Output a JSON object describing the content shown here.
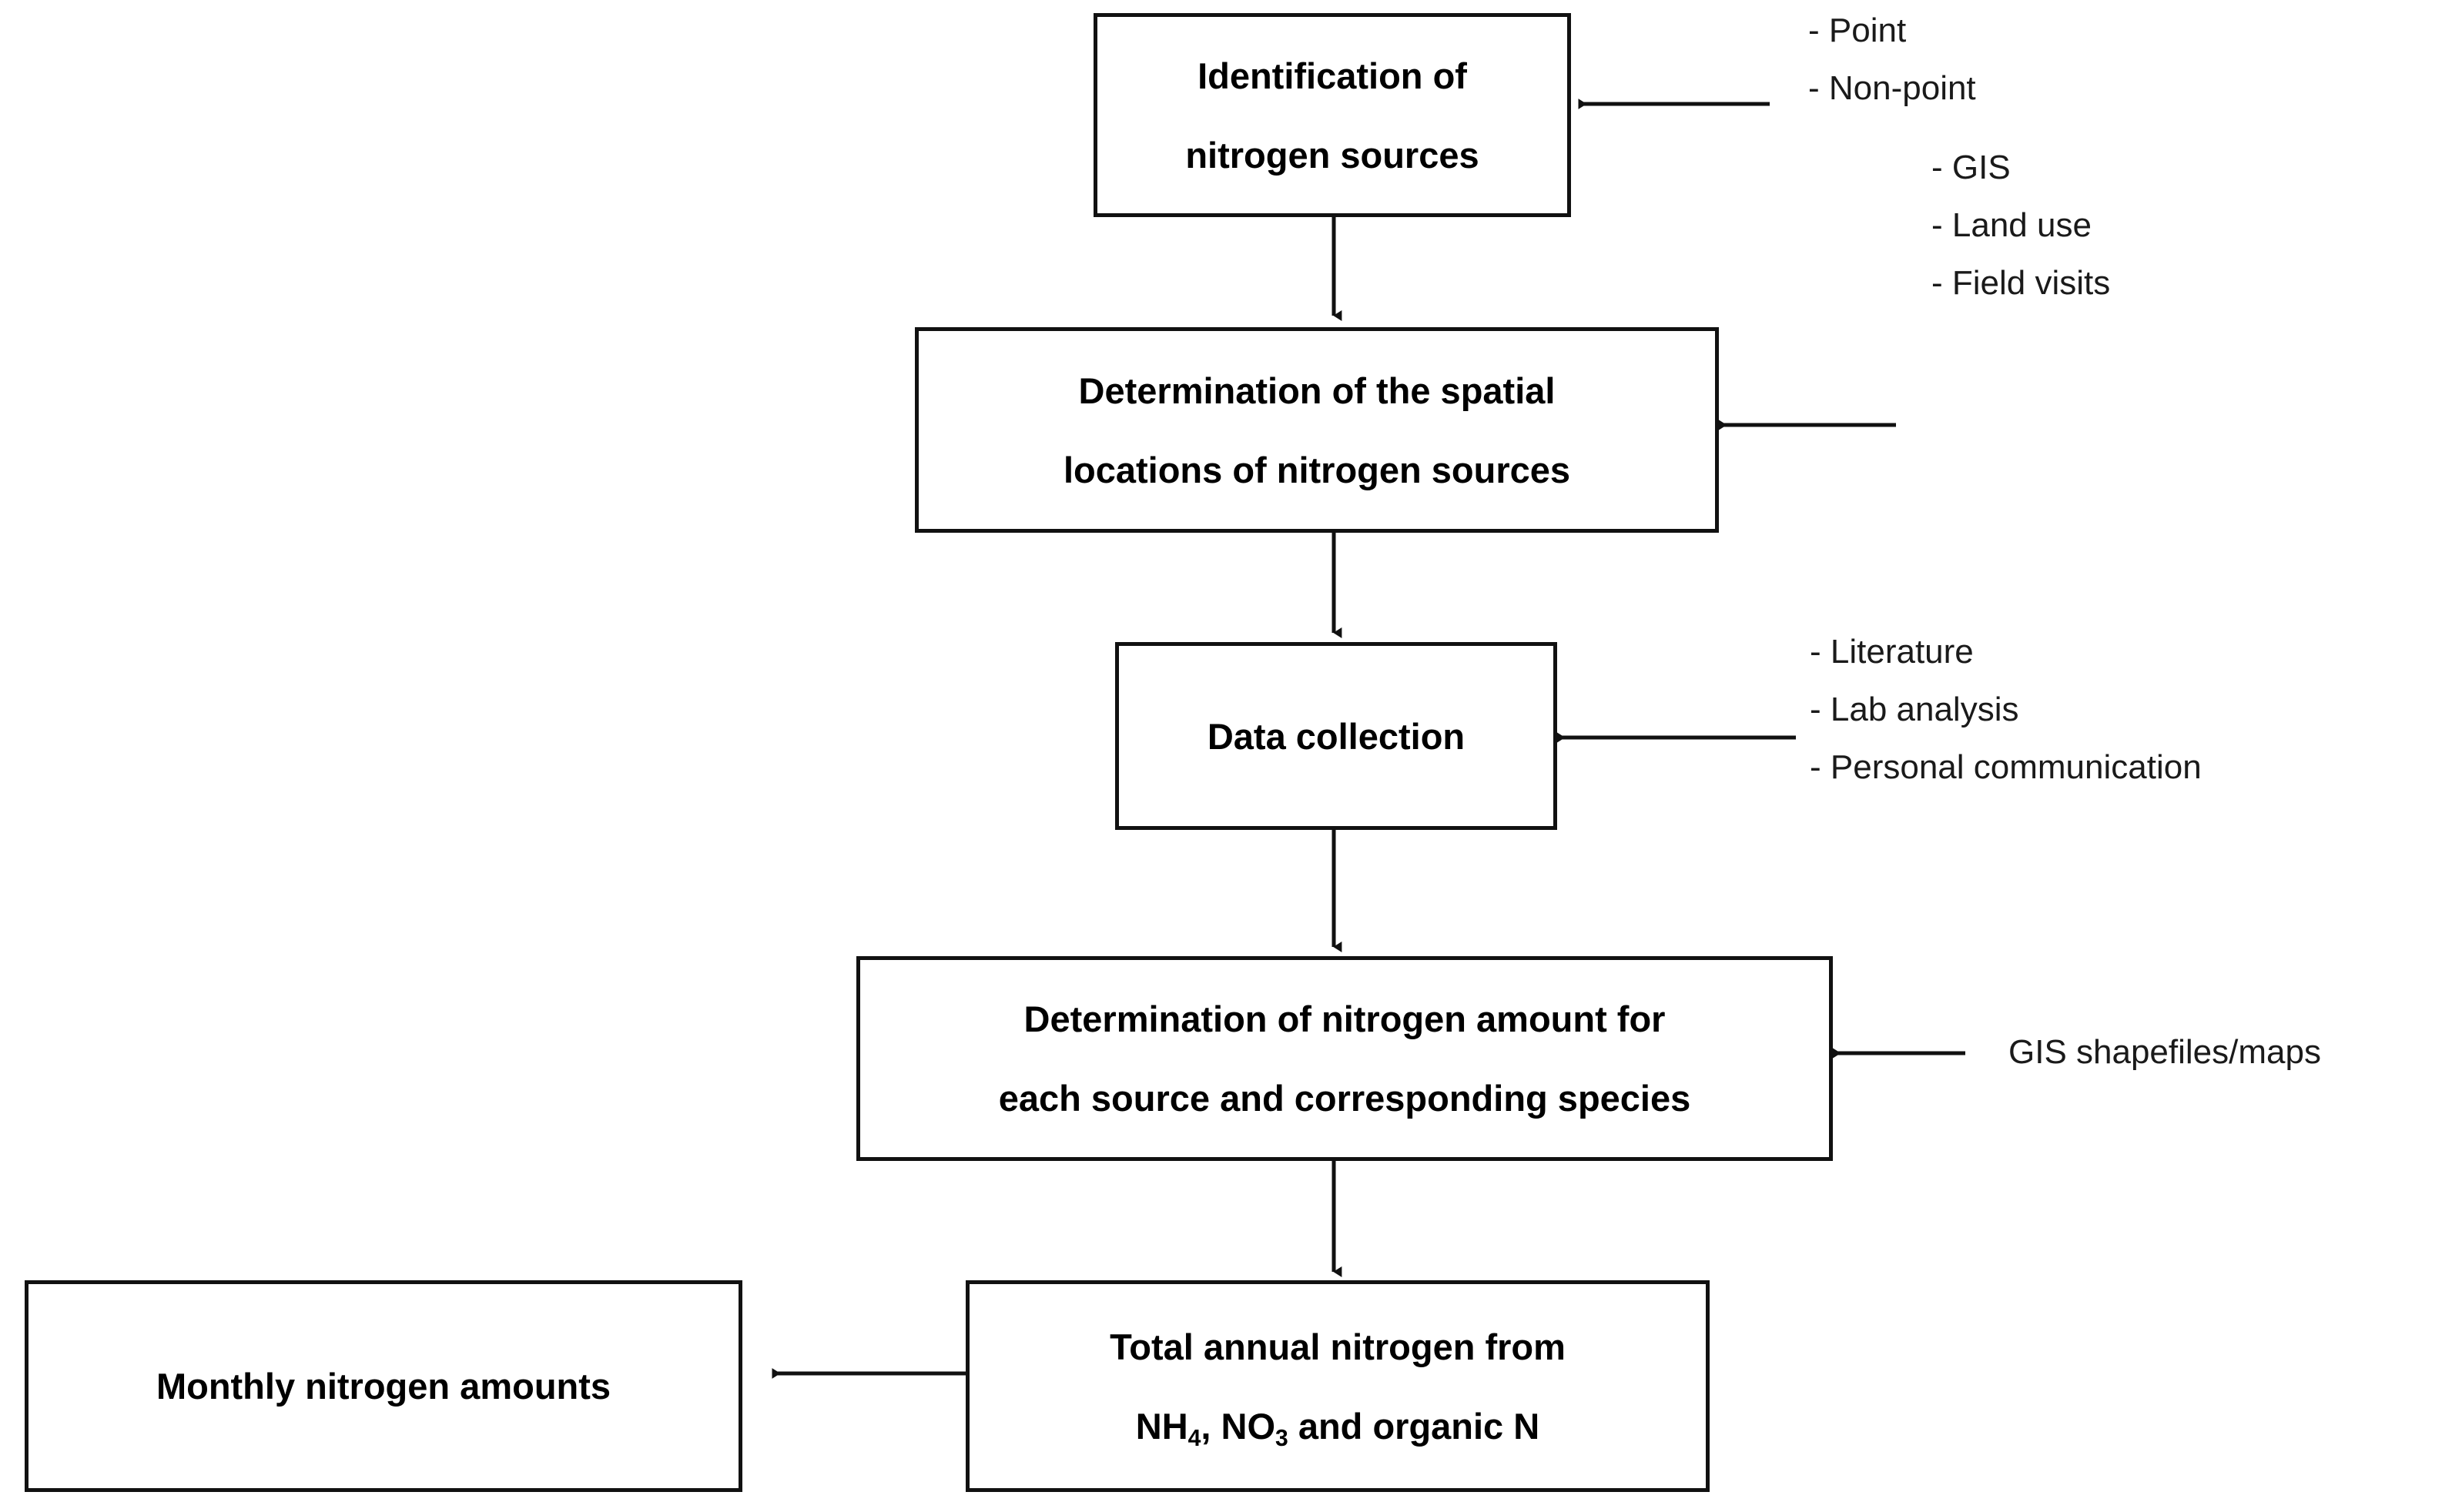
{
  "diagram": {
    "title": "Nitrogen source quantification flowchart",
    "line_color": "#111111",
    "text_color": "#000000",
    "note_color": "#1a1a1a",
    "background": "#ffffff"
  },
  "nodes": [
    {
      "id": "identification",
      "line1": "Identification of",
      "line2": "nitrogen sources"
    },
    {
      "id": "spatial-locations",
      "line1": "Determination of the spatial",
      "line2": "locations of nitrogen sources"
    },
    {
      "id": "data-collection",
      "line1": "Data collection",
      "line2": ""
    },
    {
      "id": "nitrogen-amount",
      "line1": "Determination of nitrogen amount for",
      "line2": "each source and corresponding species"
    },
    {
      "id": "total-annual-nitrogen",
      "line1": "Total annual nitrogen from",
      "line2_prefix": "NH",
      "line2_sub1": "4",
      "line2_mid": ", NO",
      "line2_sub2": "3",
      "line2_suffix": " and organic N"
    },
    {
      "id": "monthly-amounts",
      "line1": "Monthly nitrogen amounts",
      "line2": ""
    }
  ],
  "annotations": {
    "identification_inputs": [
      "- Point",
      "- Non-point"
    ],
    "spatial_inputs": [
      "- GIS",
      "- Land use",
      "- Field visits"
    ],
    "data_collection_inputs": [
      "- Literature",
      "- Lab analysis",
      "- Personal communication"
    ],
    "nitrogen_amount_input": "GIS shapefiles/maps"
  }
}
